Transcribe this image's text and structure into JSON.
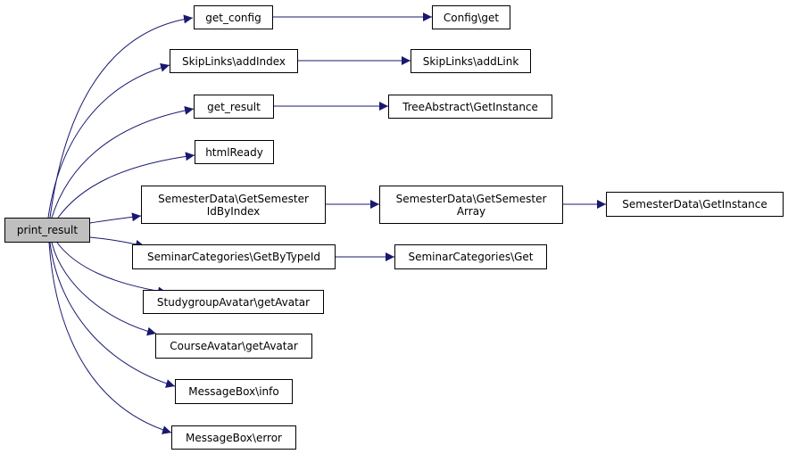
{
  "nodes": {
    "print_result": "print_result",
    "get_config": "get_config",
    "config_get": "Config\\get",
    "skiplinks_addindex": "SkipLinks\\addIndex",
    "skiplinks_addlink": "SkipLinks\\addLink",
    "get_result": "get_result",
    "treeabstract_getinstance": "TreeAbstract\\GetInstance",
    "htmlready": "htmlReady",
    "semesterdata_getsemesteridbyindex": [
      "SemesterData\\GetSemester",
      "IdByIndex"
    ],
    "semesterdata_getsemesterarray": [
      "SemesterData\\GetSemester",
      "Array"
    ],
    "semesterdata_getinstance": "SemesterData\\GetInstance",
    "seminarcategories_getbytypeid": "SeminarCategories\\GetByTypeId",
    "seminarcategories_get": "SeminarCategories\\Get",
    "studygroupavatar_getavatar": "StudygroupAvatar\\getAvatar",
    "courseavatar_getavatar": "CourseAvatar\\getAvatar",
    "messagebox_info": "MessageBox\\info",
    "messagebox_error": "MessageBox\\error"
  },
  "colors": {
    "edge": "#191970",
    "root_fill": "#bfbfbf",
    "node_fill": "#ffffff",
    "node_border": "#000000"
  }
}
